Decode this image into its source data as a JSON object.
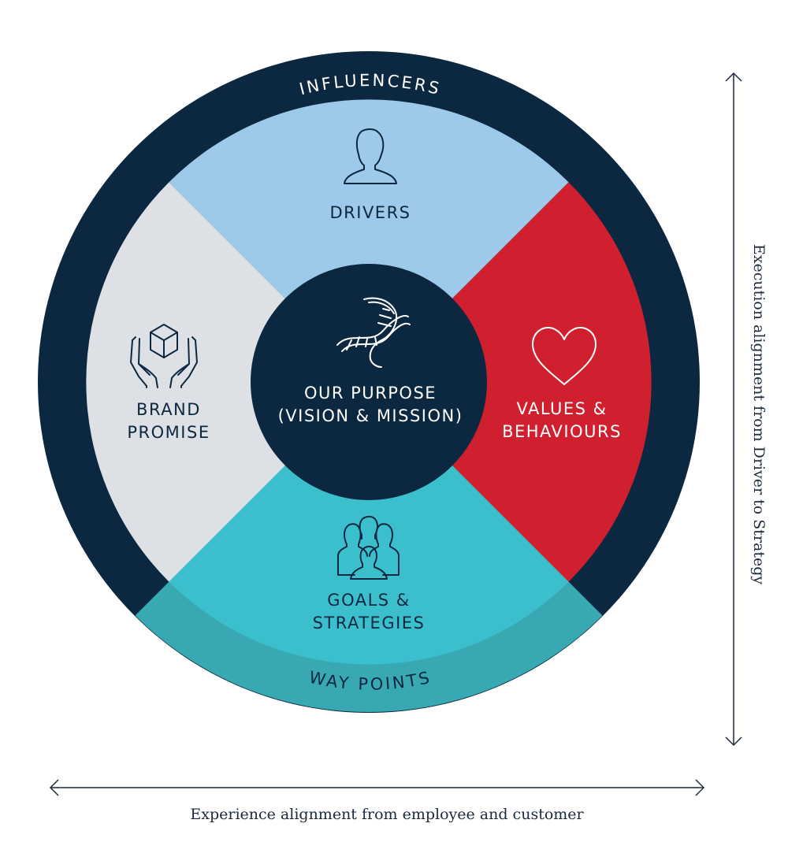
{
  "outer_ring": {
    "top_label": "INFLUENCERS",
    "bottom_label": "WAY POINTS"
  },
  "center": {
    "line1": "OUR PURPOSE",
    "line2": "(VISION & MISSION)",
    "icon": "dna-icon"
  },
  "segments": {
    "top": {
      "label": "DRIVERS",
      "icon": "person-icon",
      "color": "#9dcaea"
    },
    "right": {
      "line1": "VALUES &",
      "line2": "BEHAVIOURS",
      "icon": "heart-icon",
      "color": "#d02030"
    },
    "bottom": {
      "line1": "GOALS &",
      "line2": "STRATEGIES",
      "icon": "group-icon",
      "color": "#3cbfcc"
    },
    "left": {
      "line1": "BRAND",
      "line2": "PROMISE",
      "icon": "hands-box-icon",
      "color": "#dde1e5"
    }
  },
  "colors": {
    "navy": "#0c2840",
    "teal_ring": "#38a8b3"
  },
  "axes": {
    "vertical_label": "Execution alignment from Driver to Strategy",
    "horizontal_label": "Experience alignment from employee and customer"
  }
}
